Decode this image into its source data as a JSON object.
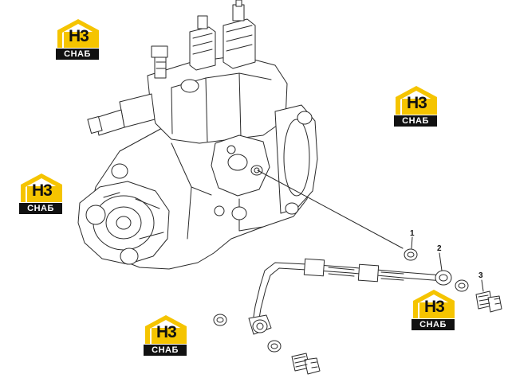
{
  "callouts": [
    {
      "id": "1",
      "label": "1"
    },
    {
      "id": "2",
      "label": "2"
    },
    {
      "id": "3",
      "label": "3"
    }
  ],
  "watermark": {
    "mark": "Н3",
    "caption": "СНАБ",
    "accent_color": "#f5c400"
  },
  "colors": {
    "line": "#2a2a2a",
    "background": "#ffffff"
  }
}
